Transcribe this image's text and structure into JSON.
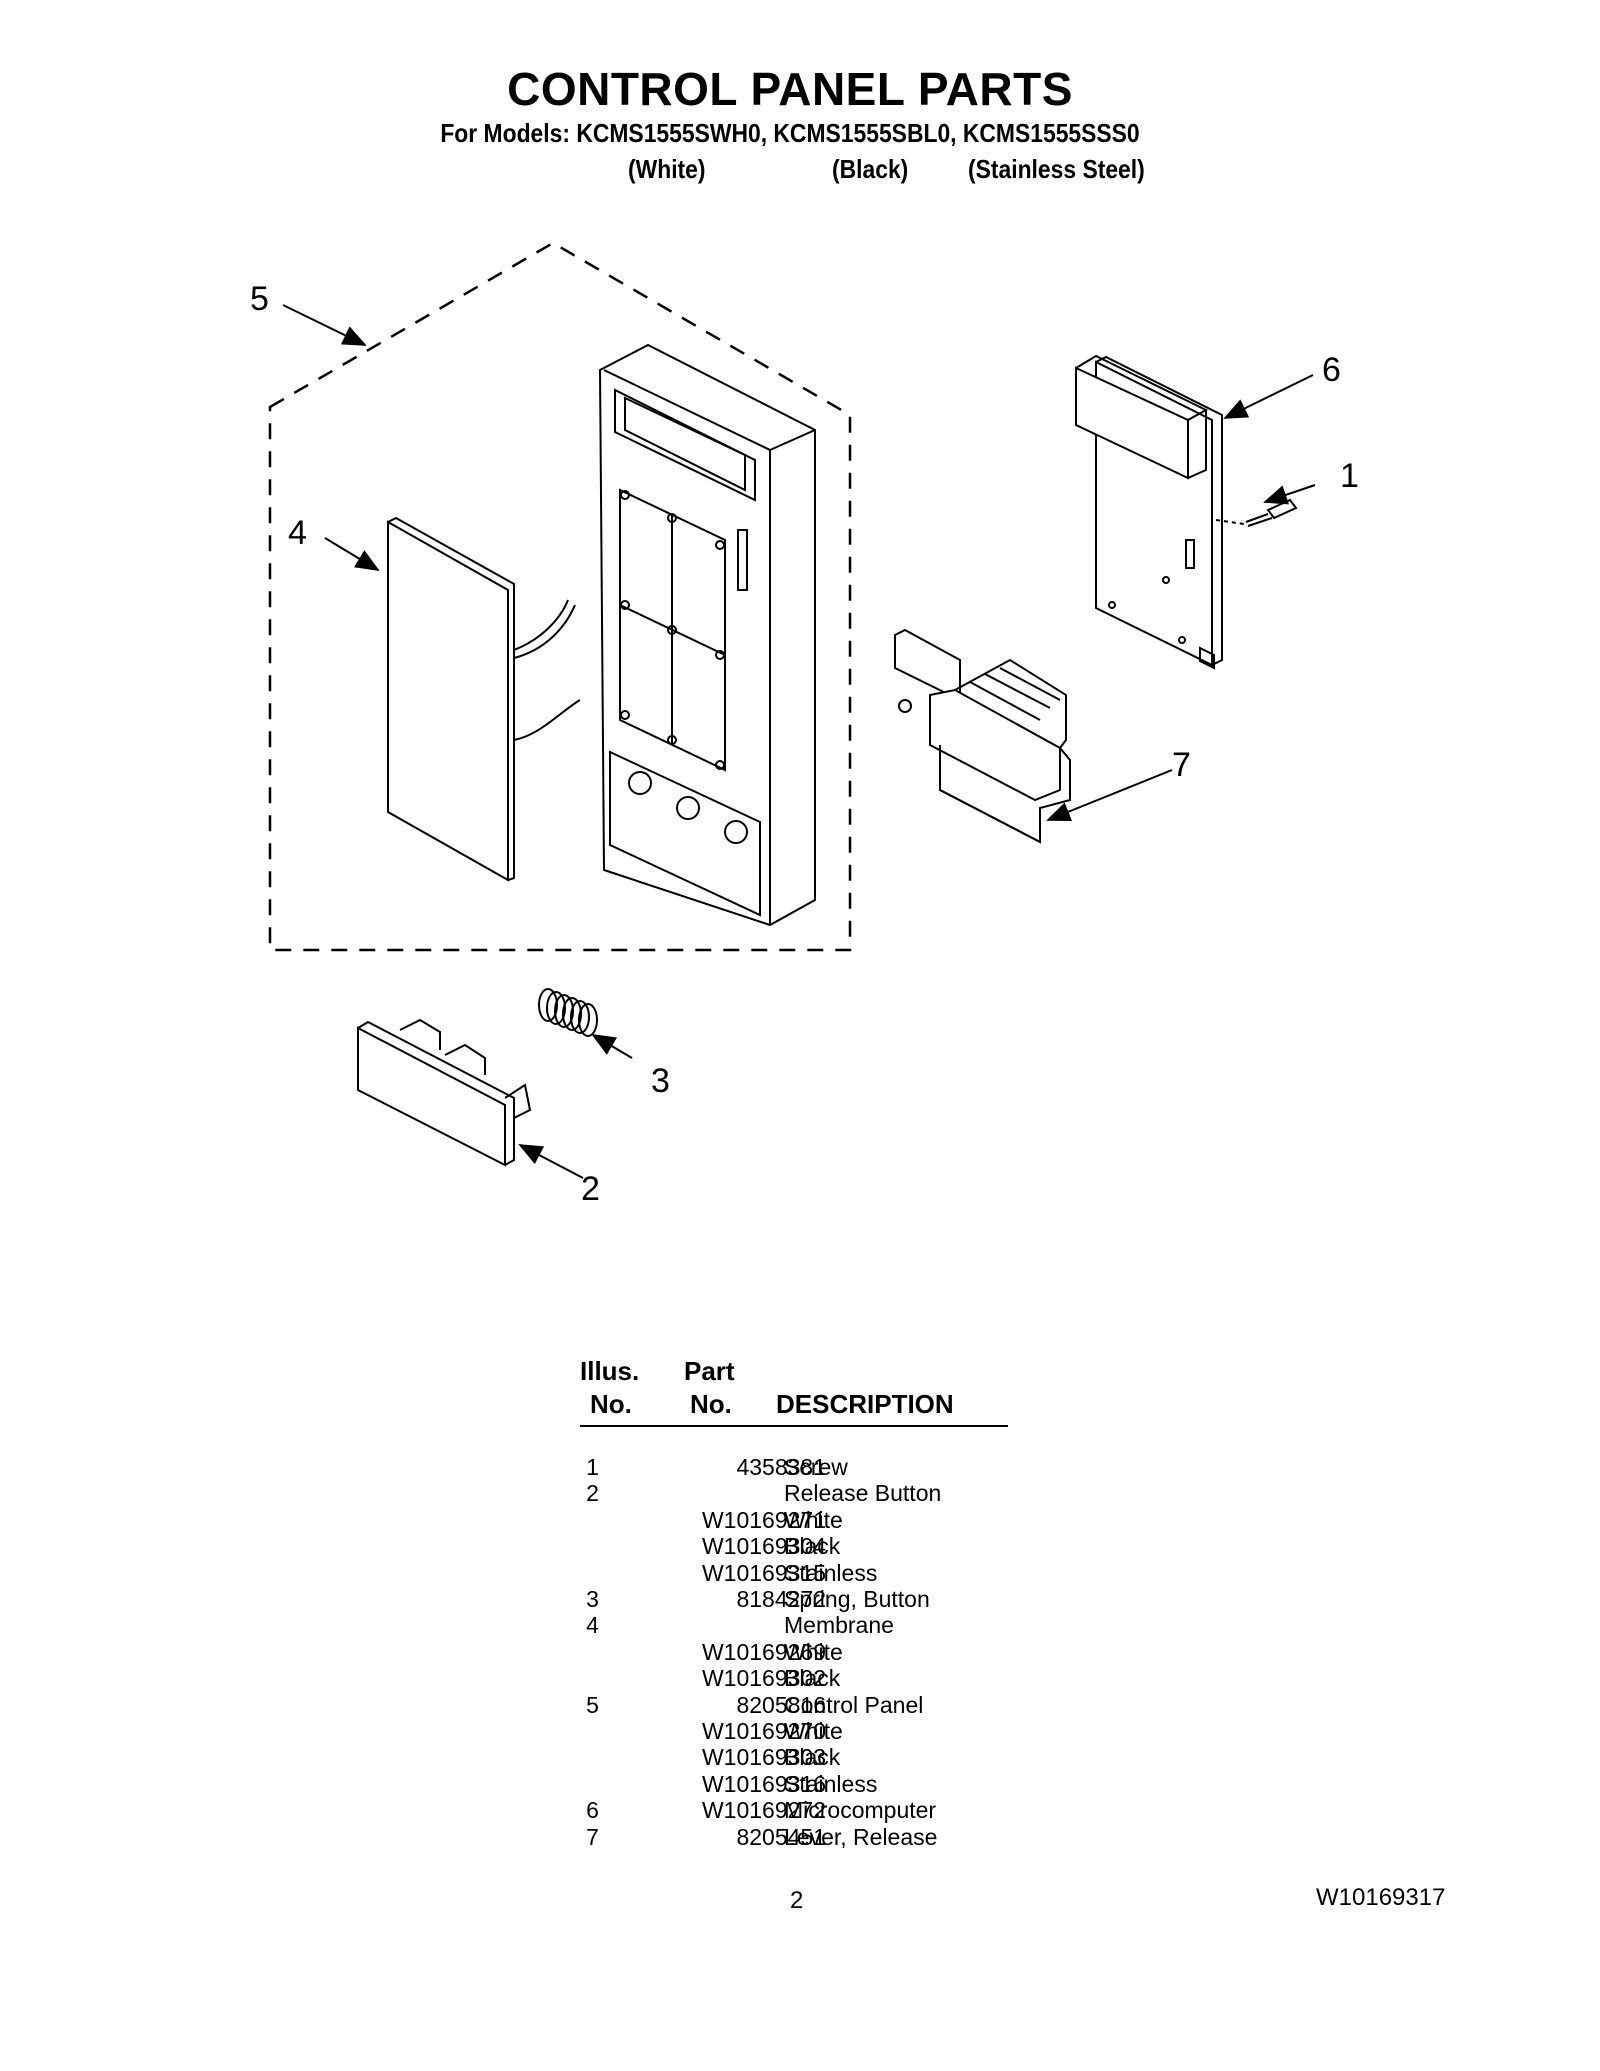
{
  "header": {
    "title": "CONTROL PANEL PARTS",
    "subtitle": "For Models: KCMS1555SWH0, KCMS1555SBL0, KCMS1555SSS0",
    "variants": [
      "(White)",
      "(Black)",
      "(Stainless Steel)"
    ]
  },
  "diagram": {
    "callouts": [
      "1",
      "2",
      "3",
      "4",
      "5",
      "6",
      "7"
    ]
  },
  "table": {
    "headers": {
      "illus_top": "Illus.",
      "illus_bottom": "No.",
      "part_top": "Part",
      "part_bottom": "No.",
      "description": "DESCRIPTION"
    },
    "rows": [
      {
        "illus": "1",
        "part": "4358381",
        "desc": "Screw"
      },
      {
        "illus": "2",
        "part": "",
        "desc": "Release Button"
      },
      {
        "illus": "",
        "part": "W10169271",
        "desc": "White"
      },
      {
        "illus": "",
        "part": "W10169304",
        "desc": "Black"
      },
      {
        "illus": "",
        "part": "W10169315",
        "desc": "Stainless"
      },
      {
        "illus": "3",
        "part": "8184272",
        "desc": "Spring, Button"
      },
      {
        "illus": "4",
        "part": "",
        "desc": "Membrane"
      },
      {
        "illus": "",
        "part": "W10169269",
        "desc": "White"
      },
      {
        "illus": "",
        "part": "W10169302",
        "desc": "Black"
      },
      {
        "illus": "5",
        "part": "8205816",
        "desc": "Control Panel"
      },
      {
        "illus": "",
        "part": "W10169270",
        "desc": "White"
      },
      {
        "illus": "",
        "part": "W10169303",
        "desc": "Black"
      },
      {
        "illus": "",
        "part": "W10169316",
        "desc": "Stainless"
      },
      {
        "illus": "6",
        "part": "W10169272",
        "desc": "Microcomputer"
      },
      {
        "illus": "7",
        "part": "8205451",
        "desc": "Lever, Release"
      }
    ]
  },
  "footer": {
    "page_number": "2",
    "document_number": "W10169317"
  }
}
